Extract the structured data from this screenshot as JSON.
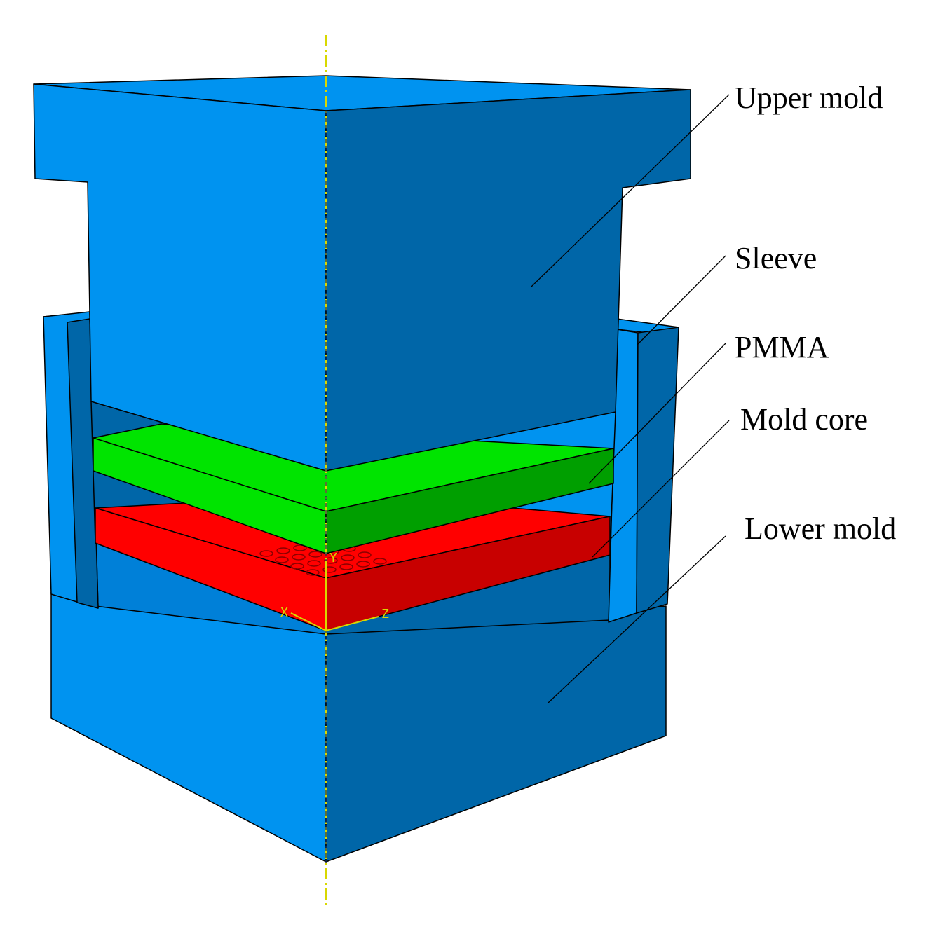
{
  "labels": {
    "upper_mold": "Upper mold",
    "sleeve": "Sleeve",
    "pmma": "PMMA",
    "mold_core": "Mold core",
    "lower_mold": "Lower mold"
  },
  "triad": {
    "x": "X",
    "y": "Y",
    "z": "Z"
  },
  "colors": {
    "blue_light": "#0093f0",
    "blue_dark": "#0066a8",
    "blue_gap": "#0080d8",
    "green_light": "#00e400",
    "green_dark": "#009f00",
    "red_light": "#ff0000",
    "red_dark": "#c80000",
    "axis_yellow": "#d8d800",
    "outline": "#000000"
  }
}
